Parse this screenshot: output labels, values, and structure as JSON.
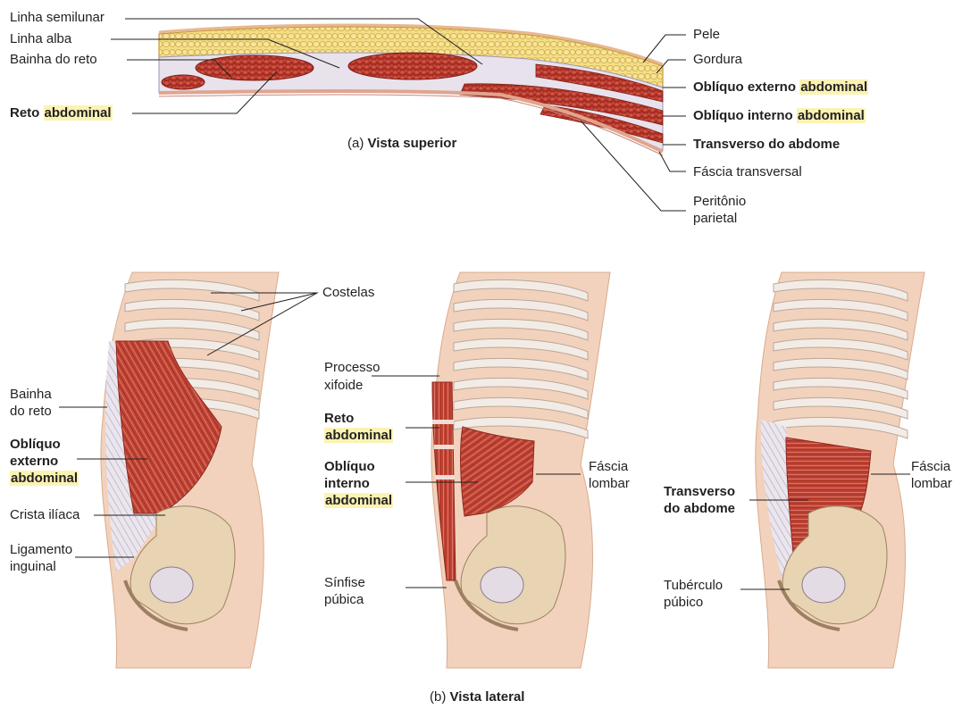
{
  "top_panel": {
    "caption_letter": "(a)",
    "caption_title": "Vista superior",
    "left_labels": {
      "linha_semilunar": "Linha semilunar",
      "linha_alba": "Linha alba",
      "bainha_do_reto": "Bainha do reto",
      "reto_main": "Reto",
      "reto_hl": "abdominal"
    },
    "right_labels": {
      "pele": "Pele",
      "gordura": "Gordura",
      "obliquo_externo_main": "Oblíquo externo",
      "obliquo_externo_hl": "abdominal",
      "obliquo_interno_main": "Oblíquo interno",
      "obliquo_interno_hl": "abdominal",
      "transverso": "Transverso do abdome",
      "fascia_transversal": "Fáscia transversal",
      "peritonio_1": "Peritônio",
      "peritonio_2": "parietal"
    }
  },
  "bottom_panel": {
    "caption_letter": "(b)",
    "caption_title": "Vista lateral",
    "fig1": {
      "costelas": "Costelas",
      "bainha_1": "Bainha",
      "bainha_2": "do reto",
      "obl_ext_1": "Oblíquo",
      "obl_ext_2": "externo",
      "obl_ext_hl": "abdominal",
      "crista": "Crista ilíaca",
      "ligamento_1": "Ligamento",
      "ligamento_2": "inguinal"
    },
    "fig2": {
      "processo_1": "Processo",
      "processo_2": "xifoide",
      "reto_1": "Reto",
      "reto_hl": "abdominal",
      "obl_int_1": "Oblíquo",
      "obl_int_2": "interno",
      "obl_int_hl": "abdominal",
      "fascia_1": "Fáscia",
      "fascia_2": "lombar",
      "sinfise_1": "Sínfise",
      "sinfise_2": "púbica"
    },
    "fig3": {
      "fascia_1": "Fáscia",
      "fascia_2": "lombar",
      "transverso_1": "Transverso",
      "transverso_2": "do abdome",
      "tuberculo_1": "Tubérculo",
      "tuberculo_2": "púbico"
    }
  },
  "colors": {
    "muscle": "#b23a2e",
    "fat": "#f2d77a",
    "skin": "#f2d2bc",
    "fascia": "#e6e1ea",
    "bone": "#e8d3b2",
    "highlight": "#fbf3b3"
  }
}
